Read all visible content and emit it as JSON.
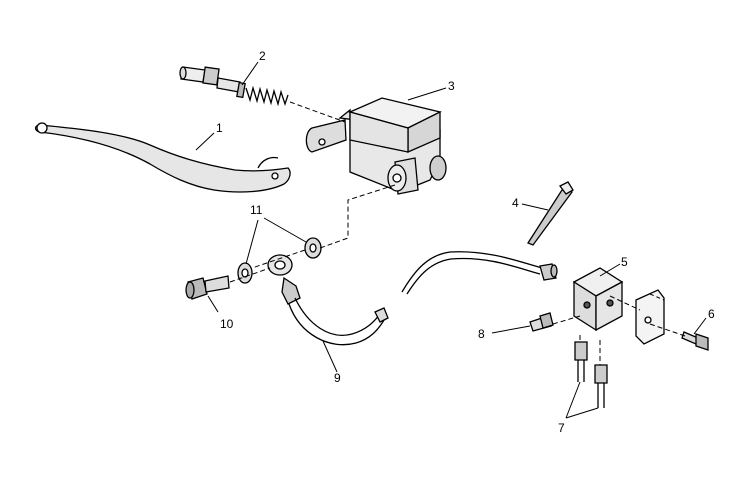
{
  "colors": {
    "line": "#000000",
    "part_shade": "#d8d8d8",
    "part_light": "#eeeeee",
    "background": "#ffffff"
  },
  "callouts": {
    "c1": "1",
    "c2": "2",
    "c3": "3",
    "c4": "4",
    "c5": "5",
    "c6": "6",
    "c7": "7",
    "c8": "8",
    "c9": "9",
    "c10": "10",
    "c11": "11"
  }
}
